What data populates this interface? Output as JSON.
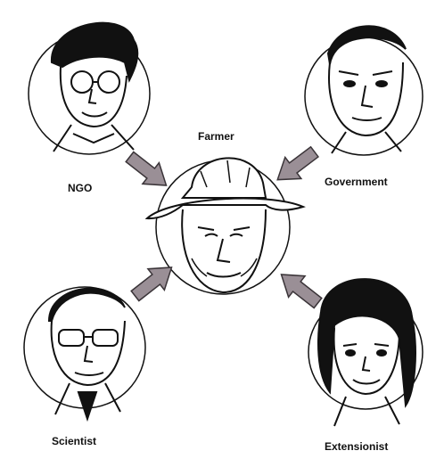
{
  "nodes": {
    "center": {
      "label": "Farmer"
    },
    "top_left": {
      "label": "NGO"
    },
    "top_right": {
      "label": "Government"
    },
    "bottom_left": {
      "label": "Scientist"
    },
    "bottom_right": {
      "label": "Extensionist"
    }
  },
  "colors": {
    "ink": "#111111",
    "arrow_fill": "#9a8f96",
    "arrow_stroke": "#3a3438",
    "background": "#ffffff"
  }
}
